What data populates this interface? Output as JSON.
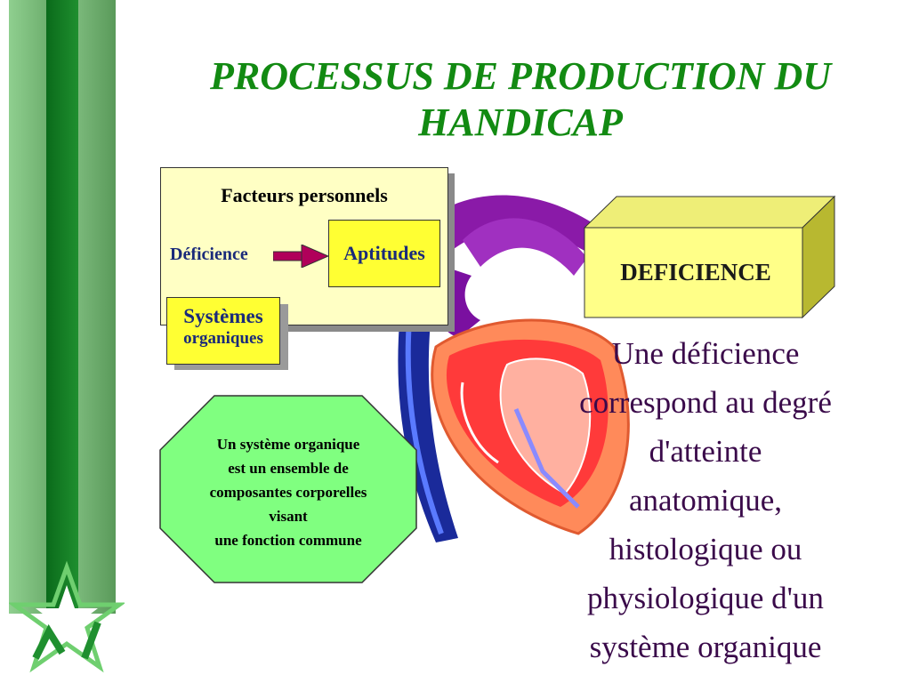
{
  "slide": {
    "title_line1": "PROCESSUS DE PRODUCTION DU",
    "title_line2": "HANDICAP",
    "colors": {
      "title": "#128a12",
      "box_fill": "#ffffc4",
      "highlight_fill": "#ffff33",
      "octagon_fill": "#80ff80",
      "box_text": "#1a2a7a",
      "definition_text": "#3a0a4a"
    }
  },
  "facteurs": {
    "title": "Facteurs personnels",
    "deficience": "Déficience",
    "aptitudes": "Aptitudes"
  },
  "systemes": {
    "line1": "Systèmes",
    "line2": "organiques"
  },
  "octagon": {
    "line1": "Un système organique",
    "line2": "est un ensemble de",
    "line3": "composantes corporelles",
    "line4": "visant",
    "line5": "une fonction commune"
  },
  "cube": {
    "label": "DEFICIENCE"
  },
  "definition": {
    "line1": "Une déficience",
    "line2": "correspond au degré",
    "line3": "d'atteinte",
    "line4": "anatomique,",
    "line5": "histologique ou",
    "line6": "physiologique d'un",
    "line7": "système organique"
  },
  "icons": [
    "star-logo-icon",
    "heart-illustration",
    "arrow-right-icon"
  ]
}
